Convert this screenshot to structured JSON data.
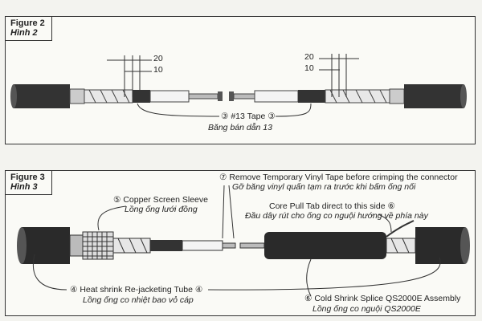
{
  "figure2": {
    "label_en": "Figure 2",
    "label_vi": "Hình 2",
    "dim_left_20": "20",
    "dim_left_10": "10",
    "dim_right_20": "20",
    "dim_right_10": "10",
    "tape_marker_left": "③",
    "tape_en": "#13 Tape",
    "tape_marker_right": "③",
    "tape_vi": "Băng bán dẫn 13"
  },
  "figure3": {
    "label_en": "Figure 3",
    "label_vi": "Hình 3",
    "remove_tape_en": "⑦ Remove Temporary Vinyl Tape before crimping the connector",
    "remove_tape_vi": "Gỡ băng vinyl quấn tạm ra trước khi bấm ống nối",
    "copper_sleeve_en": "⑤ Copper Screen Sleeve",
    "copper_sleeve_vi": "Lồng ống lưới đồng",
    "core_pull_en": "Core Pull Tab direct to this side ⑥",
    "core_pull_vi": "Đầu dây rút cho ống co nguội hướng về phía này",
    "heat_shrink_en": "④ Heat shrink Re-jacketing Tube ④",
    "heat_shrink_vi": "Lồng ống co nhiệt bao vỏ cáp",
    "cold_shrink_en": "⑥ Cold Shrink Splice QS2000E Assembly",
    "cold_shrink_vi": "Lồng ống co nguội QS2000E"
  }
}
